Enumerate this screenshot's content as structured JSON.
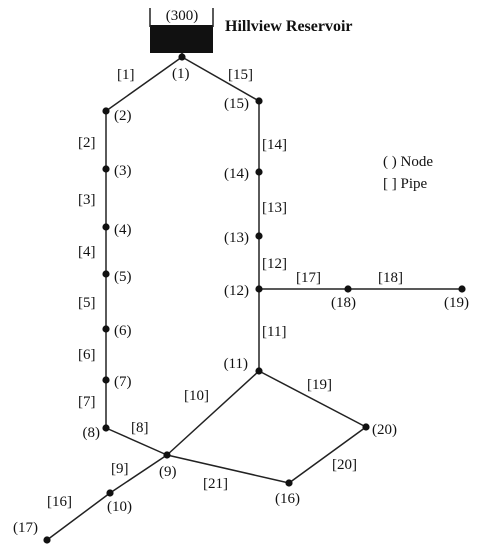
{
  "title": "Hillview Reservoir",
  "legend": {
    "node": "( ) Node",
    "pipe": "[ ] Pipe"
  },
  "reservoir": {
    "label": "(300)"
  },
  "nodes": [
    {
      "id": "1",
      "label": "(1)"
    },
    {
      "id": "2",
      "label": "(2)"
    },
    {
      "id": "3",
      "label": "(3)"
    },
    {
      "id": "4",
      "label": "(4)"
    },
    {
      "id": "5",
      "label": "(5)"
    },
    {
      "id": "6",
      "label": "(6)"
    },
    {
      "id": "7",
      "label": "(7)"
    },
    {
      "id": "8",
      "label": "(8)"
    },
    {
      "id": "9",
      "label": "(9)"
    },
    {
      "id": "10",
      "label": "(10)"
    },
    {
      "id": "11",
      "label": "(11)"
    },
    {
      "id": "12",
      "label": "(12)"
    },
    {
      "id": "13",
      "label": "(13)"
    },
    {
      "id": "14",
      "label": "(14)"
    },
    {
      "id": "15",
      "label": "(15)"
    },
    {
      "id": "16",
      "label": "(16)"
    },
    {
      "id": "17",
      "label": "(17)"
    },
    {
      "id": "18",
      "label": "(18)"
    },
    {
      "id": "19",
      "label": "(19)"
    },
    {
      "id": "20",
      "label": "(20)"
    }
  ],
  "pipes": [
    {
      "id": "1",
      "label": "[1]",
      "from": "1",
      "to": "2"
    },
    {
      "id": "2",
      "label": "[2]",
      "from": "2",
      "to": "3"
    },
    {
      "id": "3",
      "label": "[3]",
      "from": "3",
      "to": "4"
    },
    {
      "id": "4",
      "label": "[4]",
      "from": "4",
      "to": "5"
    },
    {
      "id": "5",
      "label": "[5]",
      "from": "5",
      "to": "6"
    },
    {
      "id": "6",
      "label": "[6]",
      "from": "6",
      "to": "7"
    },
    {
      "id": "7",
      "label": "[7]",
      "from": "7",
      "to": "8"
    },
    {
      "id": "8",
      "label": "[8]",
      "from": "8",
      "to": "9"
    },
    {
      "id": "9",
      "label": "[9]",
      "from": "9",
      "to": "10"
    },
    {
      "id": "10",
      "label": "[10]",
      "from": "9",
      "to": "11"
    },
    {
      "id": "11",
      "label": "[11]",
      "from": "11",
      "to": "12"
    },
    {
      "id": "12",
      "label": "[12]",
      "from": "12",
      "to": "13"
    },
    {
      "id": "13",
      "label": "[13]",
      "from": "13",
      "to": "14"
    },
    {
      "id": "14",
      "label": "[14]",
      "from": "14",
      "to": "15"
    },
    {
      "id": "15",
      "label": "[15]",
      "from": "1",
      "to": "15"
    },
    {
      "id": "16",
      "label": "[16]",
      "from": "10",
      "to": "17"
    },
    {
      "id": "17",
      "label": "[17]",
      "from": "12",
      "to": "18"
    },
    {
      "id": "18",
      "label": "[18]",
      "from": "18",
      "to": "19"
    },
    {
      "id": "19",
      "label": "[19]",
      "from": "11",
      "to": "20"
    },
    {
      "id": "20",
      "label": "[20]",
      "from": "20",
      "to": "16"
    },
    {
      "id": "21",
      "label": "[21]",
      "from": "9",
      "to": "16"
    }
  ]
}
